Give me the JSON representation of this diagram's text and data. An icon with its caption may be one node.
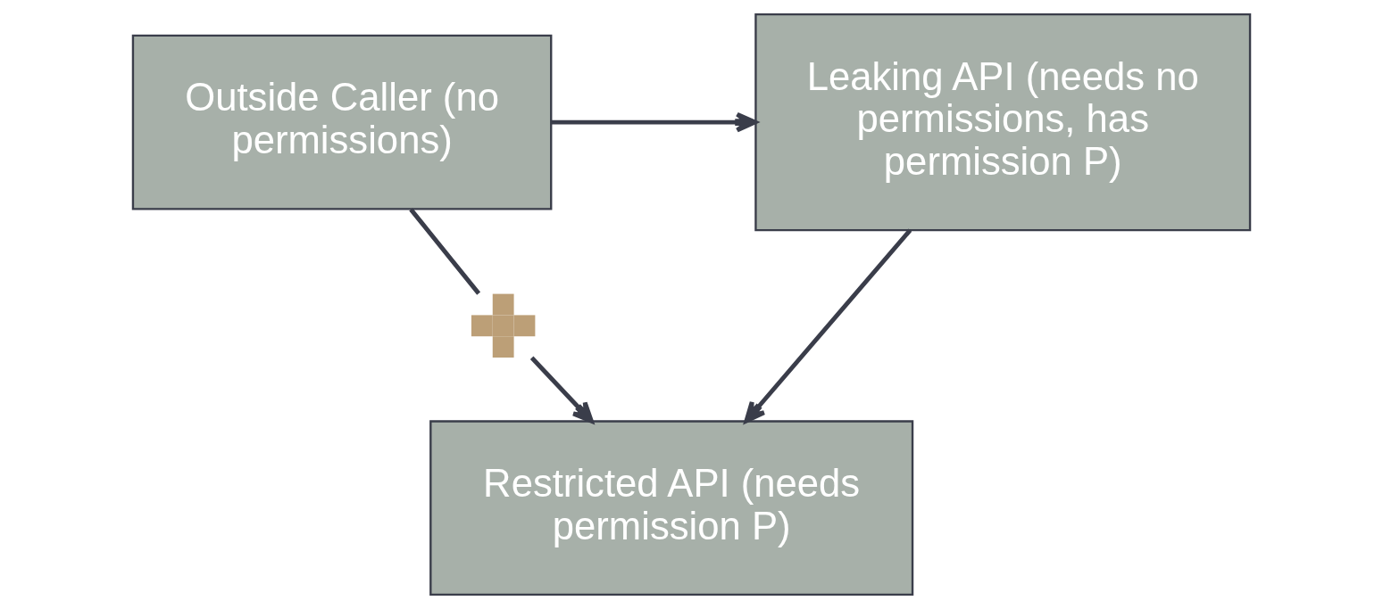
{
  "diagram": {
    "nodes": [
      {
        "text": [
          "Outside Caller (no permissions)"
        ]
      },
      {
        "text": [
          "Leaking API (needs no permissions, has permission P)"
        ]
      },
      {
        "text": [
          "Restricted API (needs permission P)"
        ]
      },
      {
        "text": [],
        "shape": "cross"
      }
    ],
    "edges": [
      {
        "from": 0,
        "to": 1,
        "arrow": "to"
      },
      {
        "from": 0,
        "to": 3,
        "arrow": "none"
      },
      {
        "from": 3,
        "to": 2,
        "arrow": "to"
      },
      {
        "from": 1,
        "to": 2,
        "arrow": "to"
      }
    ]
  }
}
